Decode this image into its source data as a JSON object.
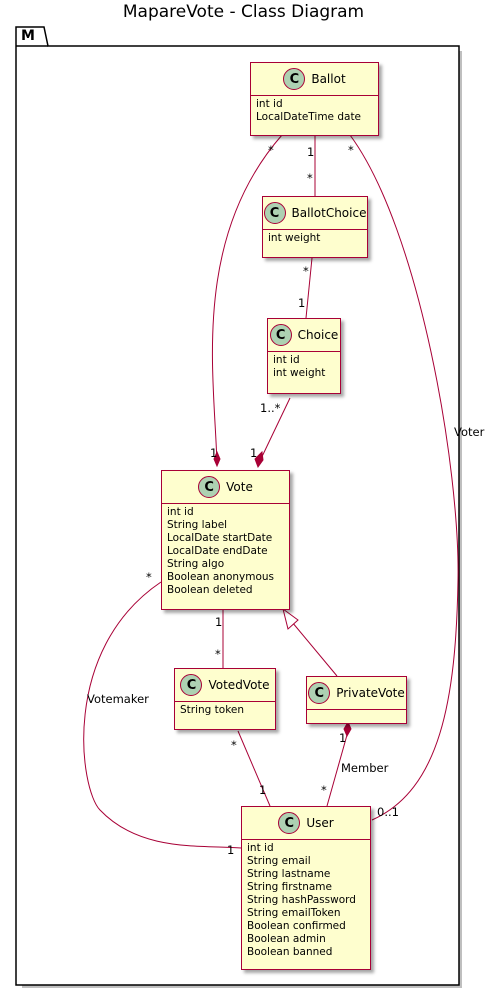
{
  "title": "MapareVote - Class Diagram",
  "package": {
    "name": "M"
  },
  "classes": {
    "ballot": {
      "name": "Ballot",
      "stereotype": "C",
      "attributes": [
        "int id",
        "LocalDateTime date"
      ]
    },
    "ballot_choice": {
      "name": "BallotChoice",
      "stereotype": "C",
      "attributes": [
        "int weight"
      ]
    },
    "choice": {
      "name": "Choice",
      "stereotype": "C",
      "attributes": [
        "int id",
        "int weight"
      ]
    },
    "vote": {
      "name": "Vote",
      "stereotype": "C",
      "attributes": [
        "int id",
        "String label",
        "LocalDate startDate",
        "LocalDate endDate",
        "String algo",
        "Boolean anonymous",
        "Boolean deleted"
      ]
    },
    "voted_vote": {
      "name": "VotedVote",
      "stereotype": "C",
      "attributes": [
        "String token"
      ]
    },
    "private_vote": {
      "name": "PrivateVote",
      "stereotype": "C",
      "attributes": []
    },
    "user": {
      "name": "User",
      "stereotype": "C",
      "attributes": [
        "int id",
        "String email",
        "String lastname",
        "String firstname",
        "String hashPassword",
        "String emailToken",
        "Boolean confirmed",
        "Boolean admin",
        "Boolean banned"
      ]
    }
  },
  "relations": {
    "ballot_ballotchoice": {
      "from_mult": "1",
      "to_mult": "*"
    },
    "ballotchoice_choice": {
      "from_mult": "*",
      "to_mult": "1"
    },
    "choice_vote": {
      "from_mult": "1..*",
      "to_mult": "1"
    },
    "ballot_vote": {
      "from_mult": "*",
      "to_mult": "1"
    },
    "ballot_user": {
      "from_mult": "*",
      "to_mult": "0..1",
      "label": "Voter"
    },
    "vote_votedvote": {
      "from_mult": "1",
      "to_mult": "*"
    },
    "vote_user": {
      "from_mult": "*",
      "to_mult": "1",
      "label": "Votemaker"
    },
    "votedvote_user": {
      "from_mult": "*",
      "to_mult": "1"
    },
    "privatevote_user": {
      "from_mult": "1",
      "to_mult": "*",
      "label": "Member"
    }
  },
  "colors": {
    "border": "#A80036",
    "class_fill": "#FEFECE",
    "circle_fill": "#ADD1B2"
  }
}
